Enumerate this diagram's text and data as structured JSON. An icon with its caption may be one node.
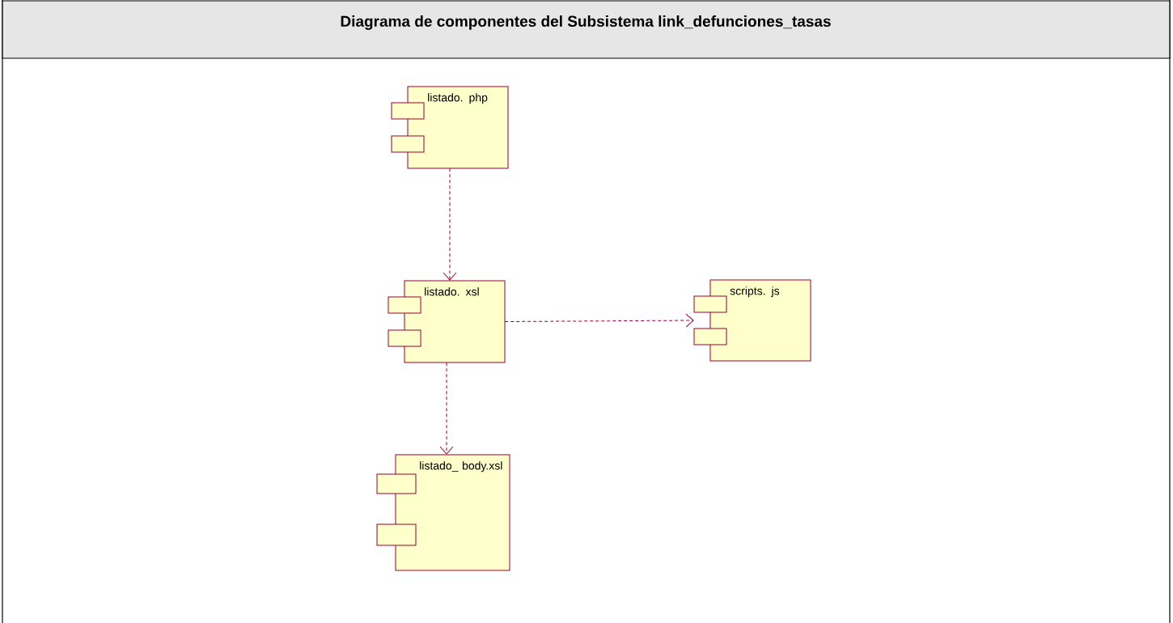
{
  "diagram": {
    "title": "Diagrama de componentes del Subsistema link_defunciones_tasas",
    "nodes": [
      {
        "text": [
          "listado. php"
        ]
      },
      {
        "text": [
          "listado. xsl"
        ]
      },
      {
        "text": [
          "scripts. js"
        ]
      },
      {
        "text": [
          "listado_ body.xsl"
        ]
      }
    ],
    "edges": [
      {
        "from": 0,
        "to": 1,
        "arrow": "to",
        "style": "dashed"
      },
      {
        "from": 1,
        "to": 2,
        "arrow": "to",
        "style": "dashed"
      },
      {
        "from": 1,
        "to": 3,
        "arrow": "to",
        "style": "dashed"
      }
    ]
  }
}
